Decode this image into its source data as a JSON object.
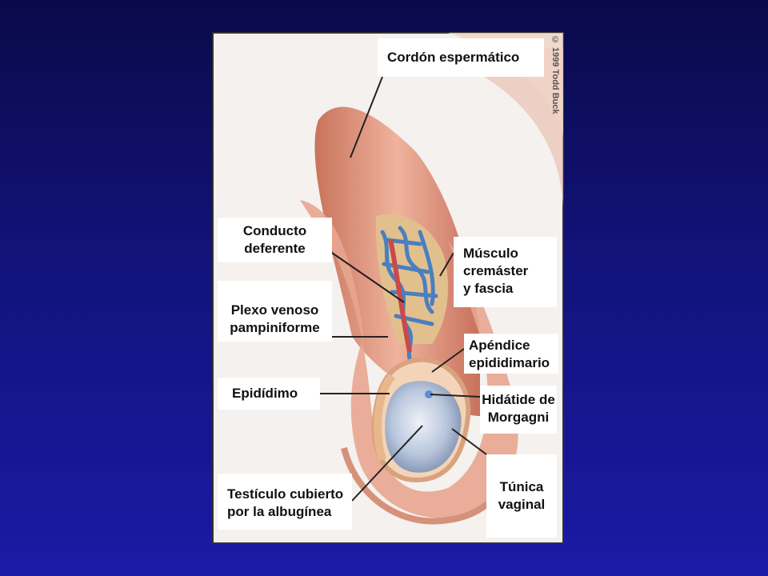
{
  "colors": {
    "background_top": "#0a0a4a",
    "background_bottom": "#1a1aa6",
    "panel": "#f4f1ee",
    "skin": "#e8a58f",
    "vein": "#4a7fc0",
    "testis": "#b8c6dc"
  },
  "copyright": "© 1999 Todd Buck",
  "labels": {
    "cordon": "Cordón espermático",
    "conducto_1": "Conducto",
    "conducto_2": "deferente",
    "musculo_1": "Músculo",
    "musculo_2": "cremáster",
    "musculo_3": "y fascia",
    "plexo_1": "Plexo venoso",
    "plexo_2": "pampiniforme",
    "apendice_1": "Apéndice",
    "apendice_2": "epididimario",
    "epididimo": "Epidídimo",
    "hidatide_1": "Hidátide de",
    "hidatide_2": "Morgagni",
    "testiculo_1": "Testículo cubierto",
    "testiculo_2": "por la albugínea",
    "tunica_1": "Túnica",
    "tunica_2": "vaginal"
  }
}
